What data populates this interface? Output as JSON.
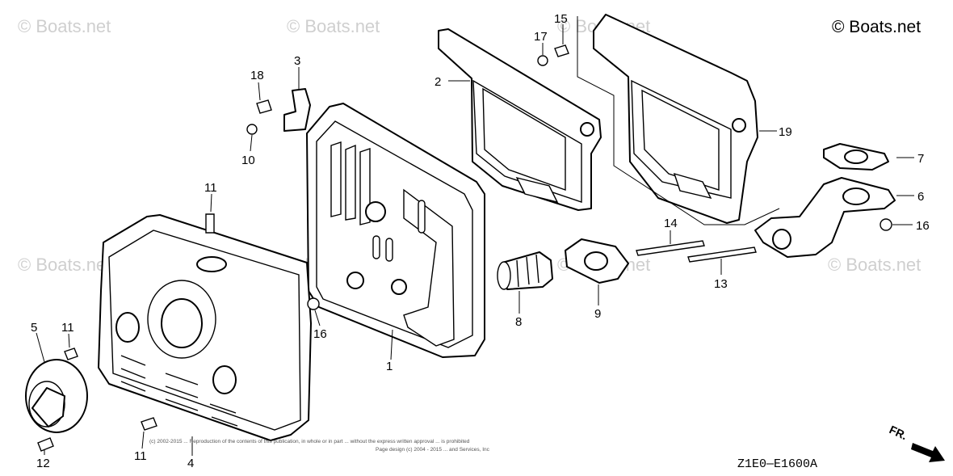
{
  "copyright": "© Boats.net",
  "watermark": "© Boats.net",
  "diagram_code": "Z1E0—E1600A",
  "direction_label": "FR.",
  "fine_print": [
    "(c) 2002-2015 ... Reproduction of the contents of this publication, in whole or in part ... without the express written approval ... is prohibited",
    "Page design (c) 2004 - 2015 ... and Services, Inc"
  ],
  "callouts": {
    "c1": "1",
    "c2": "2",
    "c3": "3",
    "c4": "4",
    "c5": "5",
    "c6": "6",
    "c7": "7",
    "c8": "8",
    "c9": "9",
    "c10": "10",
    "c11a": "11",
    "c11b": "11",
    "c11c": "11",
    "c12": "12",
    "c13": "13",
    "c14": "14",
    "c15": "15",
    "c16a": "16",
    "c16b": "16",
    "c17": "17",
    "c18": "18",
    "c19": "19"
  }
}
